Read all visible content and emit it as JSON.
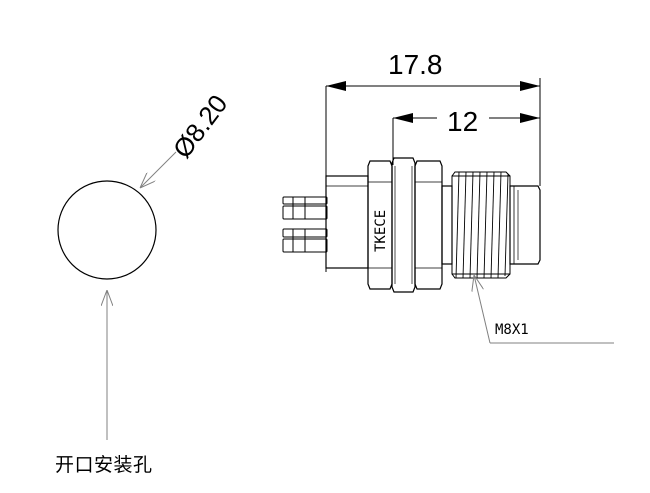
{
  "drawing": {
    "hole_diameter_label": "Ø8.20",
    "overall_length_label": "17.8",
    "thread_length_label": "12",
    "thread_spec_label": "M8X1",
    "brand_marking": "TKECE",
    "opening_hole_label": "开口安装孔"
  },
  "colors": {
    "line": "#000000",
    "leader": "#808080",
    "background": "#ffffff"
  }
}
